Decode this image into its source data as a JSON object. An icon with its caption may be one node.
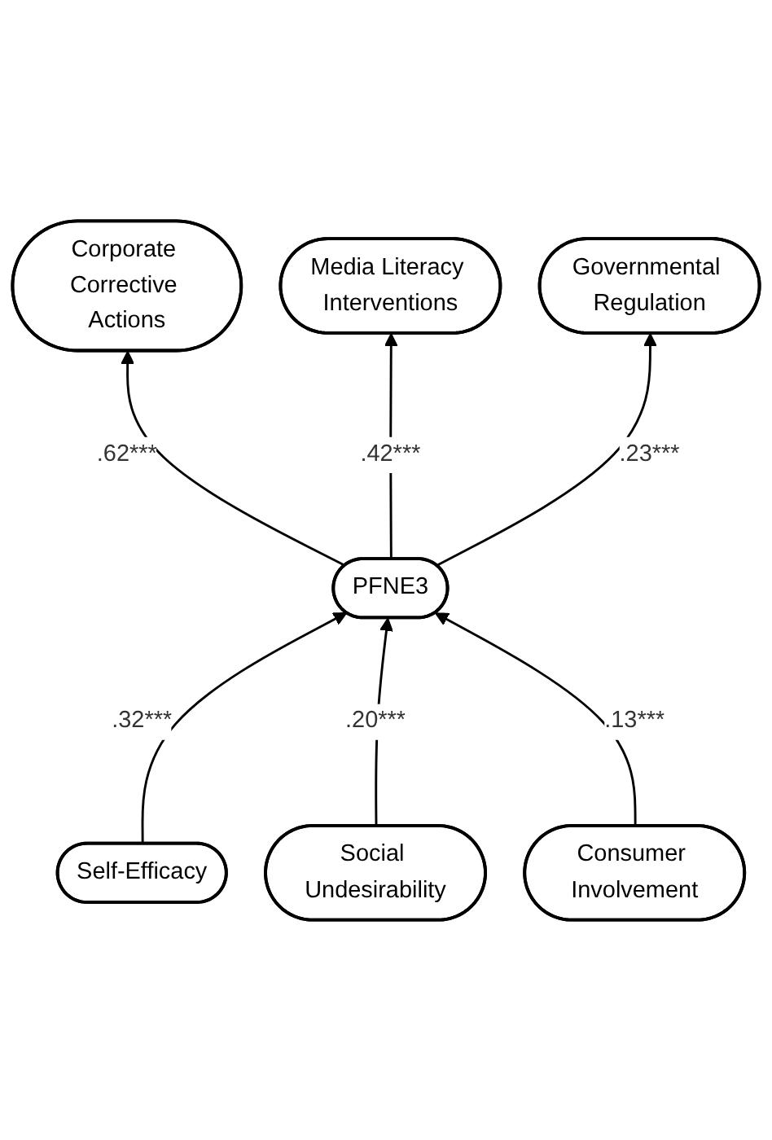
{
  "diagram": {
    "nodes": [
      {
        "text": [
          "Self-Efficacy"
        ]
      },
      {
        "text": [
          "Social Undesirability"
        ]
      },
      {
        "text": [
          "Consumer Involvement"
        ]
      },
      {
        "text": [
          "PFNE3"
        ]
      },
      {
        "text": [
          "Corporate Corrective Actions"
        ]
      },
      {
        "text": [
          "Media Literacy Interventions"
        ]
      },
      {
        "text": [
          "Governmental Regulation"
        ]
      }
    ],
    "edges": [
      {
        "from": 0,
        "to": 3,
        "arrow": "to",
        "label": ".32***"
      },
      {
        "from": 1,
        "to": 3,
        "arrow": "to",
        "label": ".20***"
      },
      {
        "from": 2,
        "to": 3,
        "arrow": "to",
        "label": ".13***"
      },
      {
        "from": 3,
        "to": 4,
        "arrow": "to",
        "label": ".62***"
      },
      {
        "from": 3,
        "to": 5,
        "arrow": "to",
        "label": ".42***"
      },
      {
        "from": 3,
        "to": 6,
        "arrow": "to",
        "label": ".23***"
      }
    ]
  }
}
